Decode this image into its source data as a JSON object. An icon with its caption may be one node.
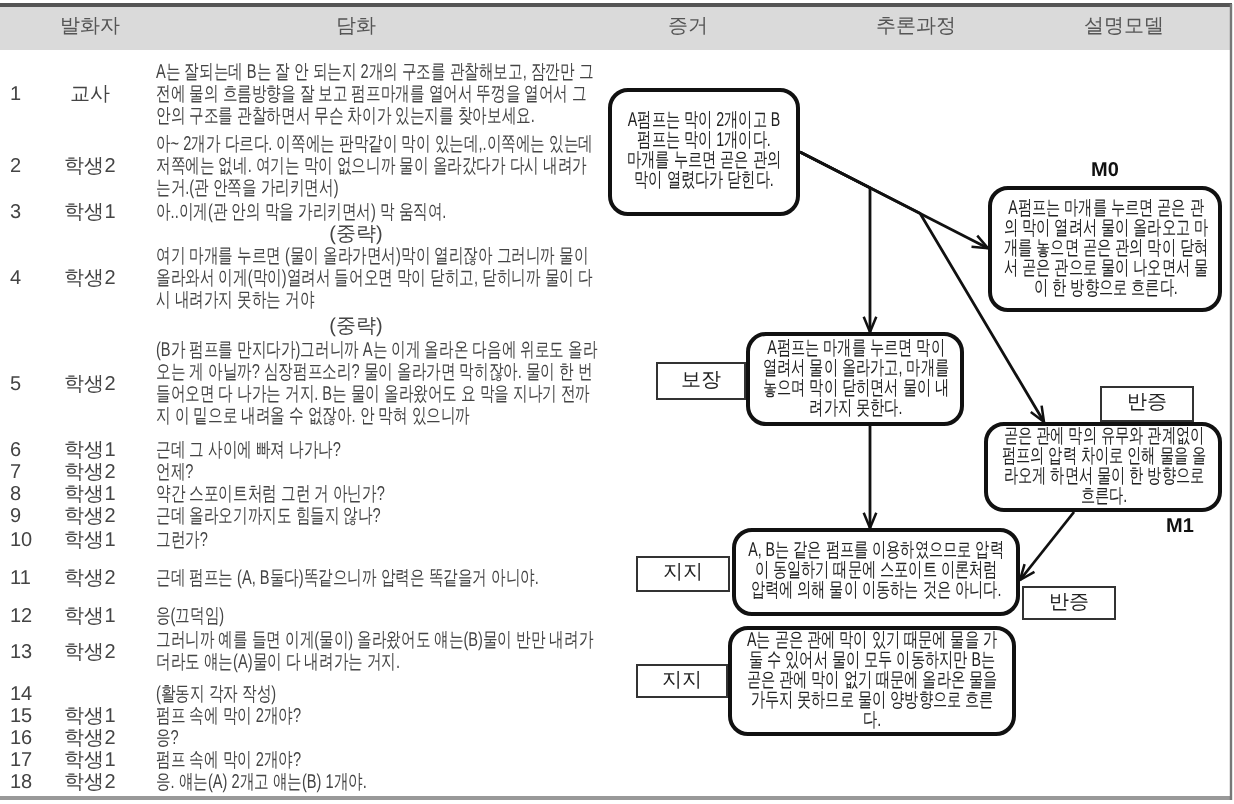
{
  "diagram": {
    "nodes": [
      {
        "text": [
          "A펌프는 막이 2개이고 B펌프는 막이 1개이다.",
          "마개를 누르면 곧은 관의 막이 열렸다가 닫힌다."
        ]
      },
      {
        "text": [
          "M0",
          "A펌프는 마개를 누르면 곧은 관의 막이 열려서 물이 올라오고 마개를 놓으면 곧은 관의 막이 닫혀서 곧은 관으로 물이 나오면서 물이 한 방향으로 흐른다."
        ]
      },
      {
        "text": [
          "보장"
        ]
      },
      {
        "text": [
          "A펌프는 마개를 누르면 막이 열려서 물이 올라가고, 마개를 놓으며 막이 닫히면서 물이 내려가지 못한다."
        ]
      },
      {
        "text": [
          "반증"
        ]
      },
      {
        "text": [
          "곧은 관에 막의 유무와 관계없이 펌프의 압력 차이로 인해 물을 올라오게 하면서 물이 한 방향으로 흐른다."
        ],
        "beside": [
          "M1"
        ]
      },
      {
        "text": [
          "지지"
        ]
      },
      {
        "text": [
          "A, B는 같은 펌프를 이용하였으므로 압력이 동일하기 때문에 스포이트 이론처럼 압력에 의해 물이 이동하는 것은 아니다."
        ]
      },
      {
        "text": [
          "반증"
        ]
      },
      {
        "text": [
          "지지"
        ]
      },
      {
        "text": [
          "A는 곧은 관에 막이 있기 때문에 물을 가둘 수 있어서 물이 모두 이동하지만 B는 곧은 관에 막이 없기 때문에 올라온 물을 가두지 못하므로 물이 양방향으로 흐른다."
        ]
      }
    ],
    "edges": [
      {
        "from": 0,
        "to": 1,
        "arrow": "to"
      },
      {
        "from": 0,
        "to": 3,
        "arrow": "to"
      },
      {
        "from": 0,
        "to": 5,
        "arrow": "to"
      },
      {
        "from": 3,
        "to": 7,
        "arrow": "to"
      },
      {
        "from": 5,
        "to": 7,
        "arrow": "to"
      }
    ],
    "labels": [
      "발화자",
      "담화",
      "증거",
      "추론과정",
      "설명모델",
      "1",
      "교사",
      "A는 잘되는데 B는 잘 안 되는지 2개의 구조를 관찰해보고, 잠깐만 그 전에 물의 흐름방향을 잘 보고 펌프마개를 열어서 뚜껑을 열어서 그 안의 구조를 관찰하면서 무슨 차이가 있는지를 찾아보세요.",
      "2",
      "학생2",
      "아~ 2개가 다르다. 이쪽에는 판막같이 막이 있는데,.이쪽에는 있는데 저쪽에는 없네. 여기는 막이 없으니까 물이 올라갔다가 다시 내려가는거.(관 안쪽을 가리키면서)",
      "3",
      "학생1",
      "아..이게(관 안의 막을 가리키면서) 막 움직여.",
      "(중략)",
      "4",
      "학생2",
      "여기 마개를 누르면 (물이 올라가면서)막이 열리잖아 그러니까 물이 올라와서 이게(막이)열려서 들어오면 막이 닫히고, 닫히니까 물이 다시 내려가지 못하는 거야",
      "(중략)",
      "5",
      "학생2",
      "(B가 펌프를 만지다가)그러니까 A는 이게 올라온 다음에 위로도 올라오는 게 아닐까? 심장펌프소리? 물이 올라가면 막히잖아. 물이 한 번 들어오면 다 나가는 거지. B는 물이 올라왔어도 요 막을 지나기 전까지 이 밑으로 내려올 수 없잖아. 안 막혀 있으니까",
      "6",
      "학생1",
      "근데 그 사이에 빠져 나가나?",
      "7",
      "학생2",
      "언제?",
      "8",
      "학생1",
      "약간 스포이트처럼 그런 거 아닌가?",
      "9",
      "학생2",
      "근데 올라오기까지도 힘들지 않나?",
      "10",
      "학생1",
      "그런가?",
      "11",
      "학생2",
      "근데 펌프는 (A, B둘다)똑같으니까 압력은 똑같을거 아니야.",
      "12",
      "학생1",
      "응(끄덕임)",
      "13",
      "학생2",
      "그러니까 예를 들면 이게(물이) 올라왔어도 얘는(B)물이 반만 내려가더라도 얘는(A)물이 다 내려가는 거지.",
      "14",
      "(활동지 각자 작성)",
      "15",
      "학생1",
      "펌프 속에 막이 2개야?",
      "16",
      "학생2",
      "응?",
      "17",
      "학생1",
      "펌프 속에 막이 2개야?",
      "18",
      "학생2",
      "응. 얘는(A) 2개고 얘는(B) 1개야."
    ]
  }
}
